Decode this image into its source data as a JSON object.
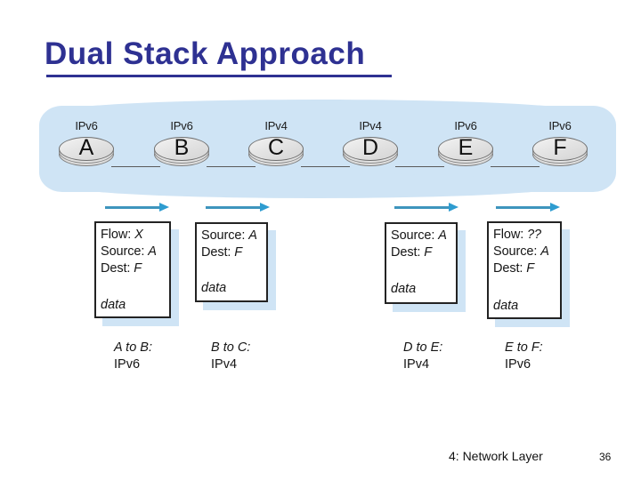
{
  "slide": {
    "title": "Dual Stack Approach",
    "title_color": "#2E3192"
  },
  "network": {
    "cloud_color": "#cfe4f5",
    "nodes": [
      {
        "label": "A",
        "protocol": "IPv6"
      },
      {
        "label": "B",
        "protocol": "IPv6"
      },
      {
        "label": "C",
        "protocol": "IPv4"
      },
      {
        "label": "D",
        "protocol": "IPv4"
      },
      {
        "label": "E",
        "protocol": "IPv6"
      },
      {
        "label": "F",
        "protocol": "IPv6"
      }
    ]
  },
  "packets": [
    {
      "lines": [
        {
          "key": "Flow:",
          "value": "X"
        },
        {
          "key": "Source:",
          "value": "A"
        },
        {
          "key": "Dest:",
          "value": "F"
        }
      ],
      "payload": "data"
    },
    {
      "lines": [
        {
          "key": "Source:",
          "value": "A"
        },
        {
          "key": "Dest:",
          "value": "F"
        }
      ],
      "payload": "data"
    },
    {
      "lines": [
        {
          "key": "Source:",
          "value": "A"
        },
        {
          "key": "Dest:",
          "value": "F"
        }
      ],
      "payload": "data"
    },
    {
      "lines": [
        {
          "key": "Flow:",
          "value": "??"
        },
        {
          "key": "Source:",
          "value": "A"
        },
        {
          "key": "Dest:",
          "value": "F"
        }
      ],
      "payload": "data"
    }
  ],
  "captions": [
    {
      "hop": "A to B:",
      "protocol": "IPv6"
    },
    {
      "hop": "B to C:",
      "protocol": "IPv4"
    },
    {
      "hop": "D to E:",
      "protocol": "IPv4"
    },
    {
      "hop": "E to F:",
      "protocol": "IPv6"
    }
  ],
  "arrow_color": "#3e95bd",
  "footer": {
    "label": "4: Network Layer",
    "page": "36"
  }
}
